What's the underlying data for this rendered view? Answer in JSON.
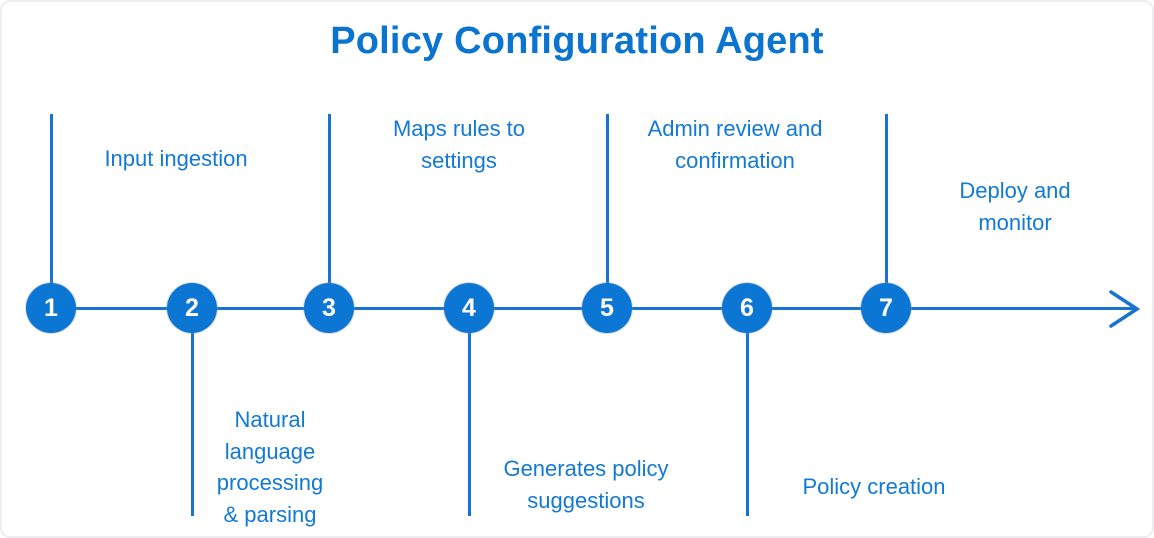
{
  "title": "Policy Configuration Agent",
  "colors": {
    "title": "#0b74d1",
    "circle": "#0b76d4",
    "line": "#1873d2",
    "label": "#1279d7",
    "border": "#edeef0",
    "number": "#ffffff"
  },
  "arrow": {
    "icon": "arrow-right-icon"
  },
  "steps": [
    {
      "number": "1",
      "label": "Input ingestion",
      "position": "above"
    },
    {
      "number": "2",
      "label": "Natural\nlanguage\nprocessing\n& parsing",
      "position": "below"
    },
    {
      "number": "3",
      "label": "Maps rules to\nsettings",
      "position": "above"
    },
    {
      "number": "4",
      "label": "Generates policy\nsuggestions",
      "position": "below"
    },
    {
      "number": "5",
      "label": "Admin review and\nconfirmation",
      "position": "above"
    },
    {
      "number": "6",
      "label": "Policy creation",
      "position": "below"
    },
    {
      "number": "7",
      "label": "Deploy and monitor",
      "position": "above"
    }
  ]
}
